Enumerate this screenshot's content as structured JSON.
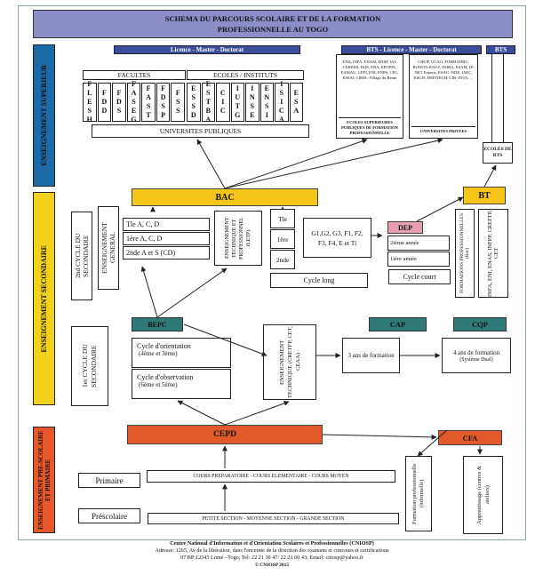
{
  "title_line1": "SCHEMA DU PARCOURS SCOLAIRE ET DE LA FORMATION",
  "title_line2": "PROFESSIONNELLE AU TOGO",
  "sections": {
    "superieur": "ENSEIGNEMENT SUPERIEUR",
    "secondaire": "ENSEIGNEMENT SECONDAIRE",
    "primaire": "ENSEIGNEMENT PRE-SCOLAIRE ET PRIMAIRE"
  },
  "superieur": {
    "lmd_bar": "Licence - Master - Doctorat",
    "bts_lmd_bar": "BTS - Licence - Master - Doctorat",
    "bts_bar": "BTS",
    "facultes": "FACULTES",
    "ecoles_instituts": "ECOLES / INSTITUTS",
    "faculties": [
      "FLESH",
      "FDD",
      "FDS",
      "FASEG",
      "FAST",
      "FDSP",
      "FSS"
    ],
    "schools": [
      "ESSD",
      "ESTBA",
      "CIC",
      "IUTG",
      "INSE",
      "ENSI",
      "ISICA",
      "ESA"
    ],
    "universites_publiques": "UNIVERSITES PUBLIQUES",
    "ecoles_sup_list": "ENS, INFA, ENAM, ENSP, IAI, CERFER, INJS, ENA, EFOPAT, EAMAU, CFPJ, ENI, ENPS, CFC, ESSAI, CIREL-Village du Benin",
    "ecoles_sup_label": "ECOLES SUPERIEURES PUBLIQUES DE FORMATION PROFESSIONNELLE",
    "univ_privees_list": "CIFOP, UCAO, FORMATRIC, BONITA HAUS, ESIBA, ESAM, IP-NET Experts, ESAG -NDE, IAEC, ESGIS, DEFITECH, CIB- INTA, ...",
    "univ_privees_label": "UNIVERSITES PRIVEES",
    "ecoles_bts": "ECOLES DE BTS"
  },
  "secondaire": {
    "bac": "BAC",
    "bt": "BT",
    "second_cycle": "2nd CYCLE DU SECONDAIRE",
    "enseignement_general": "ENSEIGNEMENT GENERAL",
    "general_classes": [
      "Tle A, C, D",
      "1ère A, C, D",
      "2nde A et S (CD)"
    ],
    "etp": "ENSEIGNEMENT TECHNIQUE ET PROFESSIONNEL (LETP)",
    "tech_classes": [
      "Tle",
      "1ère",
      "2nde"
    ],
    "tech_series": "G1,G2, G3, F1, F2, F3, F4, E et Ti",
    "cycle_long": "Cycle long",
    "dep": "DEP",
    "dep_years": [
      "2ième année",
      "1ière année"
    ],
    "cycle_court": "Cycle court",
    "formations_pro": "FORMATIONS PROFESSIONNELLES (Bac)",
    "infa_list": "INFA, ENI, ENAS, INFPP, CREFTP, CET",
    "bepc": "BEPC",
    "premier_cycle": "1er CYCLE DU SECONDAIRE",
    "cycle_orientation": "Cycle d'orientation",
    "orientation_classes": "(4ème et 3ème)",
    "cycle_observation": "Cycle d'observation",
    "observation_classes": "(6ème et 5ème)",
    "enseignement_technique": "ENSEIGNEMENT TECHNIQUE (CRETFP, CET, CEAA)",
    "cap": "CAP",
    "cap_desc": "3 ans de formation",
    "cqp": "CQP",
    "cqp_desc": "4 ans de formation",
    "cqp_sub": "(Système Dual)"
  },
  "primaire": {
    "cepd": "CEPD",
    "cfa": "CFA",
    "primaire": "Primaire",
    "primaire_desc": "COURS PREPARATOIRE - COURS ELEMENTAIRE - COURS MOYEN",
    "prescolaire": "Préscolaire",
    "prescolaire_desc": "PETITE SECTION - MOYENNE SECTION - GRANDE SECTION",
    "formation_informelle": "Formation professionnelle (informelle)",
    "apprentissage": "Apprentissage (centres & ateliers)"
  },
  "footer": {
    "line1": "Centre National d'Information et d'Orientation Scolaires et Professionnelles (CNIOSP)",
    "line2": "Adresse: 1265, Av de la libération, dans l'enceinte de la direction des examens et concours et certifications",
    "line3": "07 BP:12343 Lomé –Togo; Tel: 22 21 30 47/ 22 21 60 43; Email: cniosp@yahoo.fr",
    "line4": "© CNIOSP 2015"
  },
  "colors": {
    "navy": "#3a4d9a",
    "superieur_band": "#1d6aa8",
    "secondaire_band": "#f2d21a",
    "primaire_band": "#e8572a",
    "bac": "#f5c518",
    "teal": "#2f7a78",
    "red": "#e05a2a",
    "pink": "#e8a0b0"
  }
}
